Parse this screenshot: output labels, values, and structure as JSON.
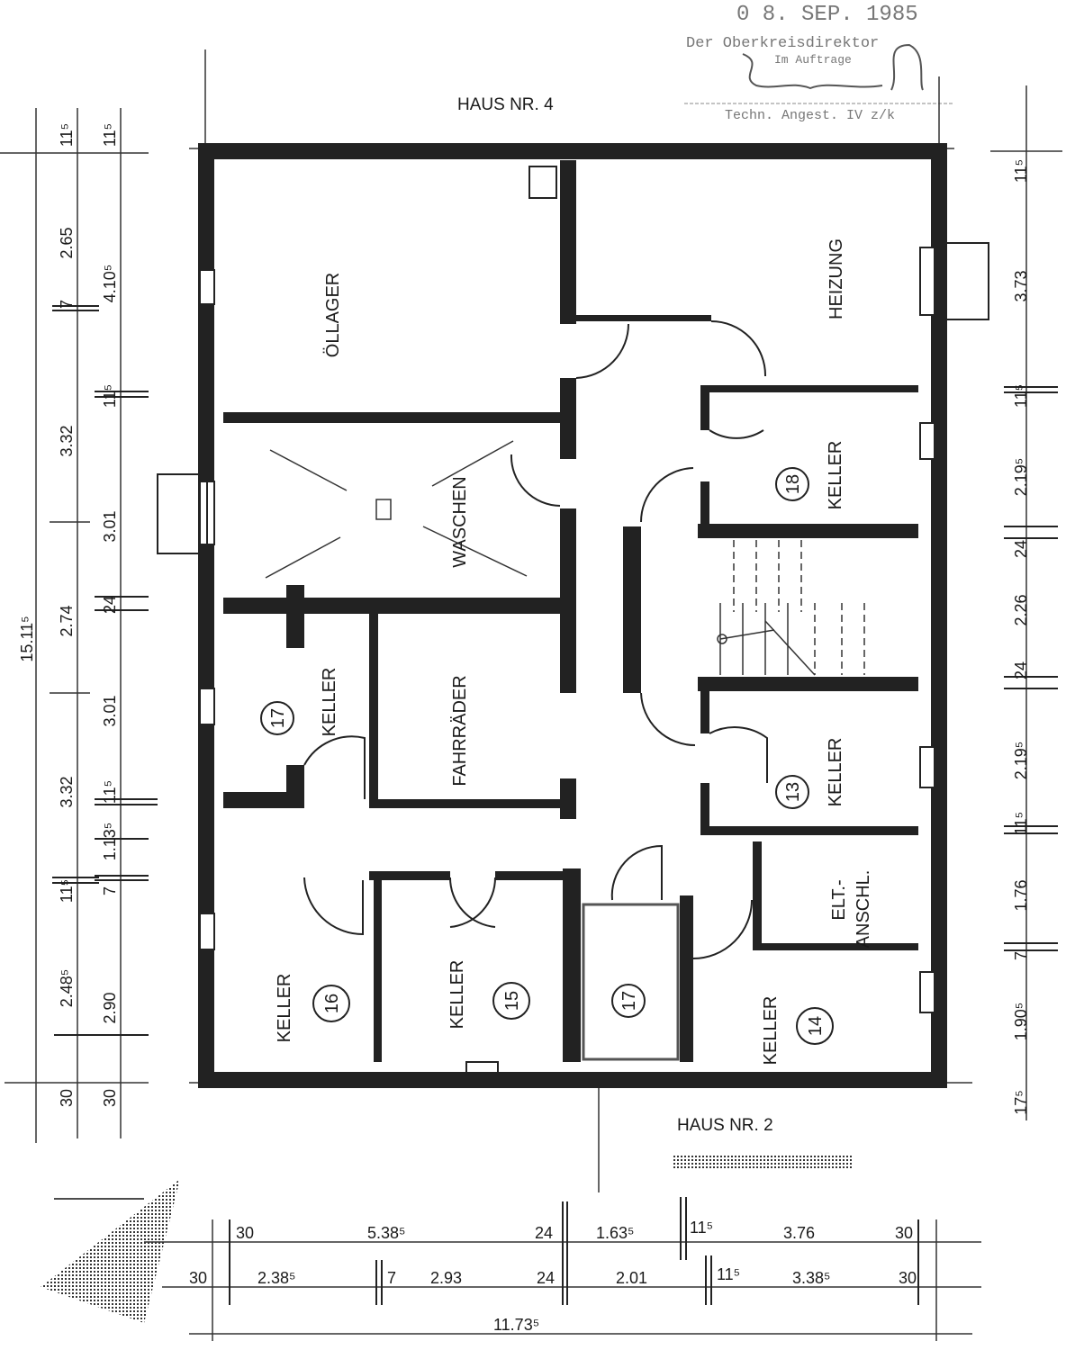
{
  "stamp": {
    "date": "0 8. SEP. 1985",
    "authority": "Der Oberkreisdirektor",
    "on_behalf": "Im Auftrage",
    "signer_title": "Techn. Angest. IV z/k"
  },
  "labels": {
    "house_top": "HAUS  NR. 4",
    "house_bottom": "HAUS  NR. 2"
  },
  "rooms": {
    "oellager": "ÖLLAGER",
    "heizung": "HEIZUNG",
    "waschen": "WASCHEN",
    "keller18": {
      "name": "KELLER",
      "number": "18"
    },
    "keller17": {
      "name": "KELLER",
      "number": "17"
    },
    "fahrraeder": "FAHRRÄDER",
    "keller13": {
      "name": "KELLER",
      "number": "13"
    },
    "elt": {
      "line1": "ELT.-",
      "line2": "ANSCHL."
    },
    "keller16": {
      "name": "KELLER",
      "number": "16"
    },
    "keller15": {
      "name": "KELLER",
      "number": "15"
    },
    "small17": {
      "number": "17"
    },
    "keller14": {
      "name": "KELLER",
      "number": "14"
    }
  },
  "dimensions": {
    "left_total": "15.11⁵",
    "left_a": [
      "11⁵",
      "2.65",
      "7",
      "3.32",
      "2.74",
      "3.32",
      "11⁵",
      "2.48⁵",
      "30"
    ],
    "left_b": [
      "11⁵",
      "4.10⁵",
      "11⁵",
      "3.01",
      "24",
      "3.01",
      "11⁵",
      "1.13⁵",
      "7",
      "2.90",
      "30"
    ],
    "right": [
      "11⁵",
      "3.73",
      "11⁵",
      "2.19⁵",
      "24",
      "2.26",
      "24",
      "2.19⁵",
      "11⁵",
      "1.76",
      "7",
      "1.90⁵",
      "17⁵"
    ],
    "bottom_a": [
      "30",
      "5.38⁵",
      "24",
      "1.63⁵",
      "11⁵",
      "3.76",
      "30"
    ],
    "bottom_b": [
      "30",
      "2.38⁵",
      "7",
      "2.93",
      "24",
      "2.01",
      "11⁵",
      "3.38⁵",
      "30"
    ],
    "bottom_total": "11.73⁵"
  }
}
